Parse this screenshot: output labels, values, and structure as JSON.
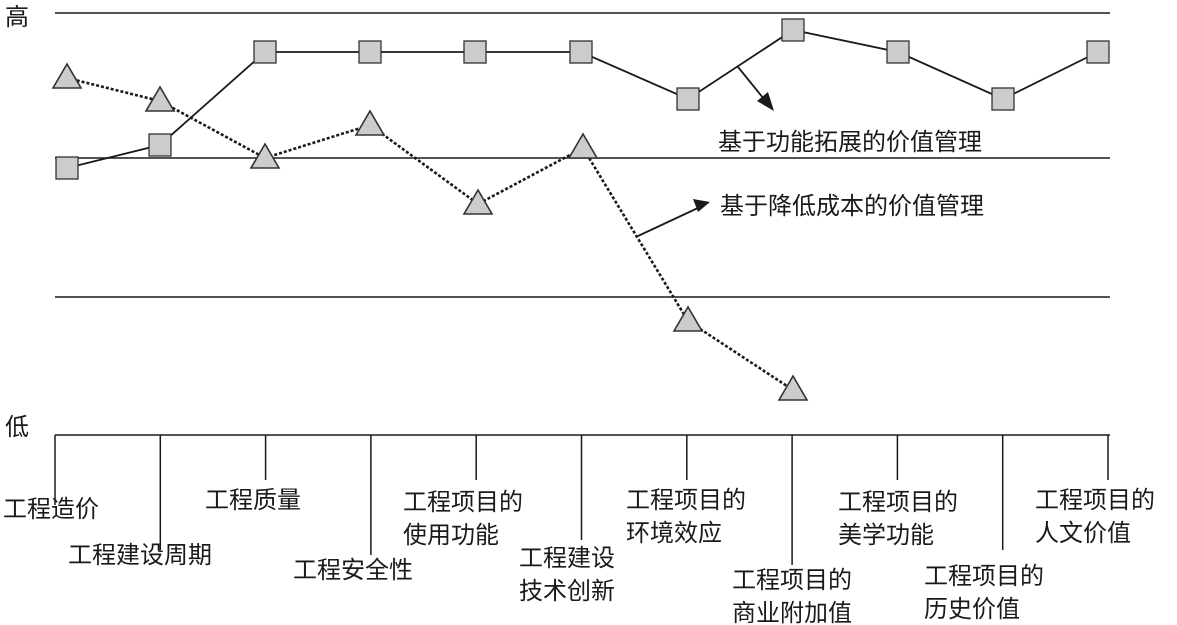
{
  "chart_data": {
    "type": "line",
    "y_axis": {
      "high_label": "高",
      "low_label": "低"
    },
    "categories": [
      [
        "工程造价"
      ],
      [
        "工程建设周期"
      ],
      [
        "工程质量"
      ],
      [
        "工程安全性"
      ],
      [
        "工程项目的",
        "使用功能"
      ],
      [
        "工程建设",
        "技术创新"
      ],
      [
        "工程项目的",
        "环境效应"
      ],
      [
        "工程项目的",
        "商业附加值"
      ],
      [
        "工程项目的",
        "美学功能"
      ],
      [
        "工程项目的",
        "历史价值"
      ],
      [
        "工程项目的",
        "人文价值"
      ]
    ],
    "series": [
      {
        "name": "基于功能拓展的价值管理",
        "marker": "square",
        "line_style": "solid",
        "values": [
          0.0,
          0.1,
          0.74,
          0.74,
          0.74,
          0.74,
          0.4,
          0.9,
          0.74,
          0.4,
          0.74
        ]
      },
      {
        "name": "基于降低成本的价值管理",
        "marker": "triangle",
        "line_style": "dotted",
        "values": [
          0.62,
          0.42,
          0.0,
          0.3,
          -0.28,
          0.1,
          -1.15,
          -1.67
        ]
      }
    ],
    "grid": "horizontal reference lines",
    "colors": {
      "line": "#1a1a1a",
      "marker_fill": "#cccccc",
      "marker_stroke": "#333333"
    }
  }
}
